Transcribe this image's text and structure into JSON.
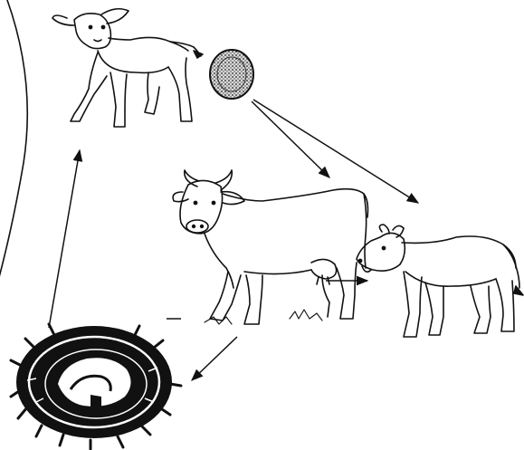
{
  "diagram": {
    "kind": "life-cycle",
    "nodes": [
      {
        "id": "calf-top",
        "icon": "young-calf-icon"
      },
      {
        "id": "egg",
        "icon": "parasite-egg-icon"
      },
      {
        "id": "cow",
        "icon": "adult-cow-icon"
      },
      {
        "id": "calf-right",
        "icon": "nursing-calf-icon"
      },
      {
        "id": "worm",
        "icon": "coiled-worm-icon"
      }
    ],
    "edges": [
      {
        "from": "egg",
        "to": "cow"
      },
      {
        "from": "egg",
        "to": "calf-right"
      },
      {
        "from": "cow",
        "to": "calf-right"
      },
      {
        "from": "cow",
        "to": "worm"
      },
      {
        "from": "worm",
        "to": "calf-top"
      }
    ],
    "colors": {
      "ink": "#111111",
      "background": "#ffffff"
    }
  }
}
